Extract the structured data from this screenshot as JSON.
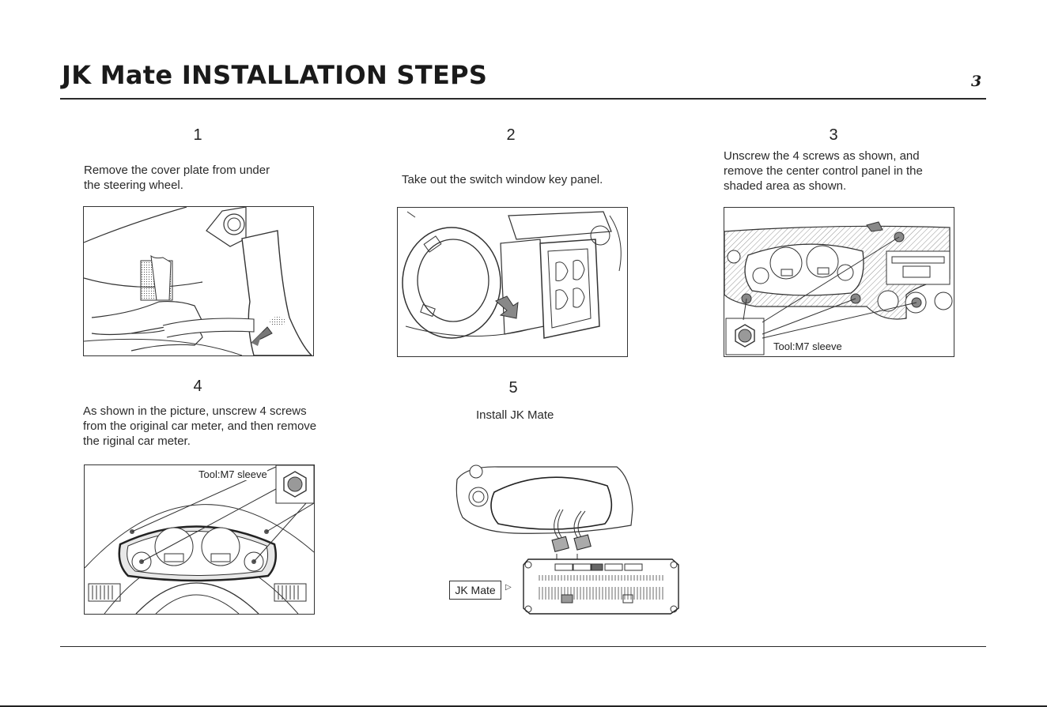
{
  "header": {
    "title": "JK Mate INSTALLATION STEPS",
    "page_number": "3"
  },
  "steps": [
    {
      "number": "1",
      "line1": "Remove the cover plate from under",
      "line2": "the steering wheel.",
      "line3": ""
    },
    {
      "number": "2",
      "line1": "Take out the switch window key panel.",
      "line2": "",
      "line3": ""
    },
    {
      "number": "3",
      "line1": "Unscrew the 4 screws as shown, and",
      "line2": "remove the center control panel in the",
      "line3": "shaded area as shown.",
      "tool_label": "Tool:M7 sleeve"
    },
    {
      "number": "4",
      "line1": "As shown in the picture, unscrew 4 screws",
      "line2": "from the original car meter, and then remove",
      "line3": "the riginal car meter.",
      "tool_label": "Tool:M7 sleeve"
    },
    {
      "number": "5",
      "line1": "Install JK Mate",
      "line2": "",
      "line3": "",
      "device_label": "JK Mate",
      "arrow": "▷"
    }
  ],
  "colors": {
    "ink": "#2a2a2a",
    "background": "#ffffff",
    "highlight": "#888888"
  }
}
